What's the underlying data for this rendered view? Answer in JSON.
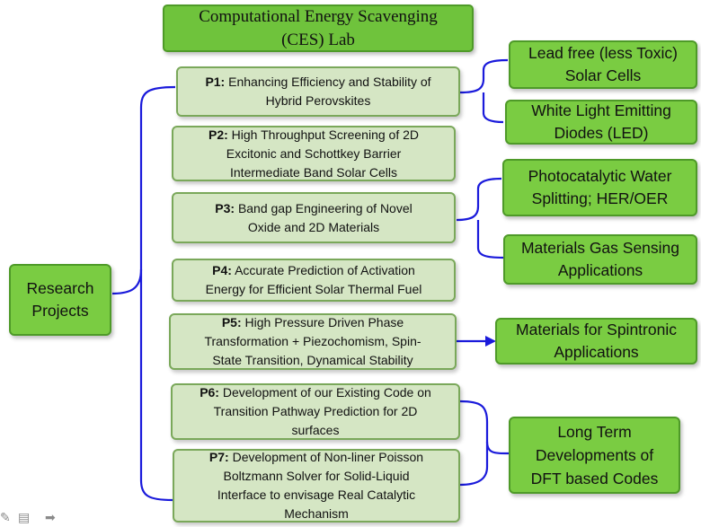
{
  "title": {
    "line1": "Computational Energy Scavenging",
    "line2": "(CES) Lab"
  },
  "root": {
    "line1": "Research",
    "line2": "Projects"
  },
  "projects": [
    {
      "id": "P1:",
      "lines": [
        "Enhancing Efficiency and Stability of",
        "Hybrid Perovskites"
      ]
    },
    {
      "id": "P2:",
      "lines": [
        "High Throughput Screening of 2D",
        "Excitonic and Schottkey Barrier",
        "Intermediate Band Solar Cells"
      ]
    },
    {
      "id": "P3:",
      "lines": [
        "Band gap Engineering of Novel",
        "Oxide and 2D Materials"
      ]
    },
    {
      "id": "P4:",
      "lines": [
        "Accurate Prediction of Activation",
        "Energy for Efficient Solar Thermal Fuel"
      ]
    },
    {
      "id": "P5:",
      "lines": [
        "High Pressure Driven Phase",
        "Transformation + Piezochomism, Spin-",
        "State Transition, Dynamical Stability"
      ]
    },
    {
      "id": "P6:",
      "lines": [
        "Development of our Existing Code on",
        "Transition Pathway Prediction for 2D",
        "surfaces"
      ]
    },
    {
      "id": "P7:",
      "lines": [
        "Development of Non-liner Poisson",
        "Boltzmann Solver for Solid-Liquid",
        "Interface to envisage Real Catalytic",
        "Mechanism"
      ]
    }
  ],
  "outcomes": [
    {
      "lines": [
        "Lead free (less Toxic)",
        "Solar Cells"
      ]
    },
    {
      "lines": [
        "White Light Emitting",
        "Diodes (LED)"
      ]
    },
    {
      "lines": [
        "Photocatalytic Water",
        "Splitting; HER/OER"
      ]
    },
    {
      "lines": [
        "Materials Gas Sensing",
        "Applications"
      ]
    },
    {
      "lines": [
        "Materials for Spintronic",
        "Applications"
      ]
    },
    {
      "lines": [
        "Long Term",
        "Developments of",
        "DFT based Codes"
      ]
    }
  ],
  "colors": {
    "connector": "#1a1adb",
    "green": "#7acc42",
    "light": "#d5e6c4"
  },
  "footer_icons": [
    "pen-icon",
    "slides-icon",
    "arrow-right-icon"
  ]
}
